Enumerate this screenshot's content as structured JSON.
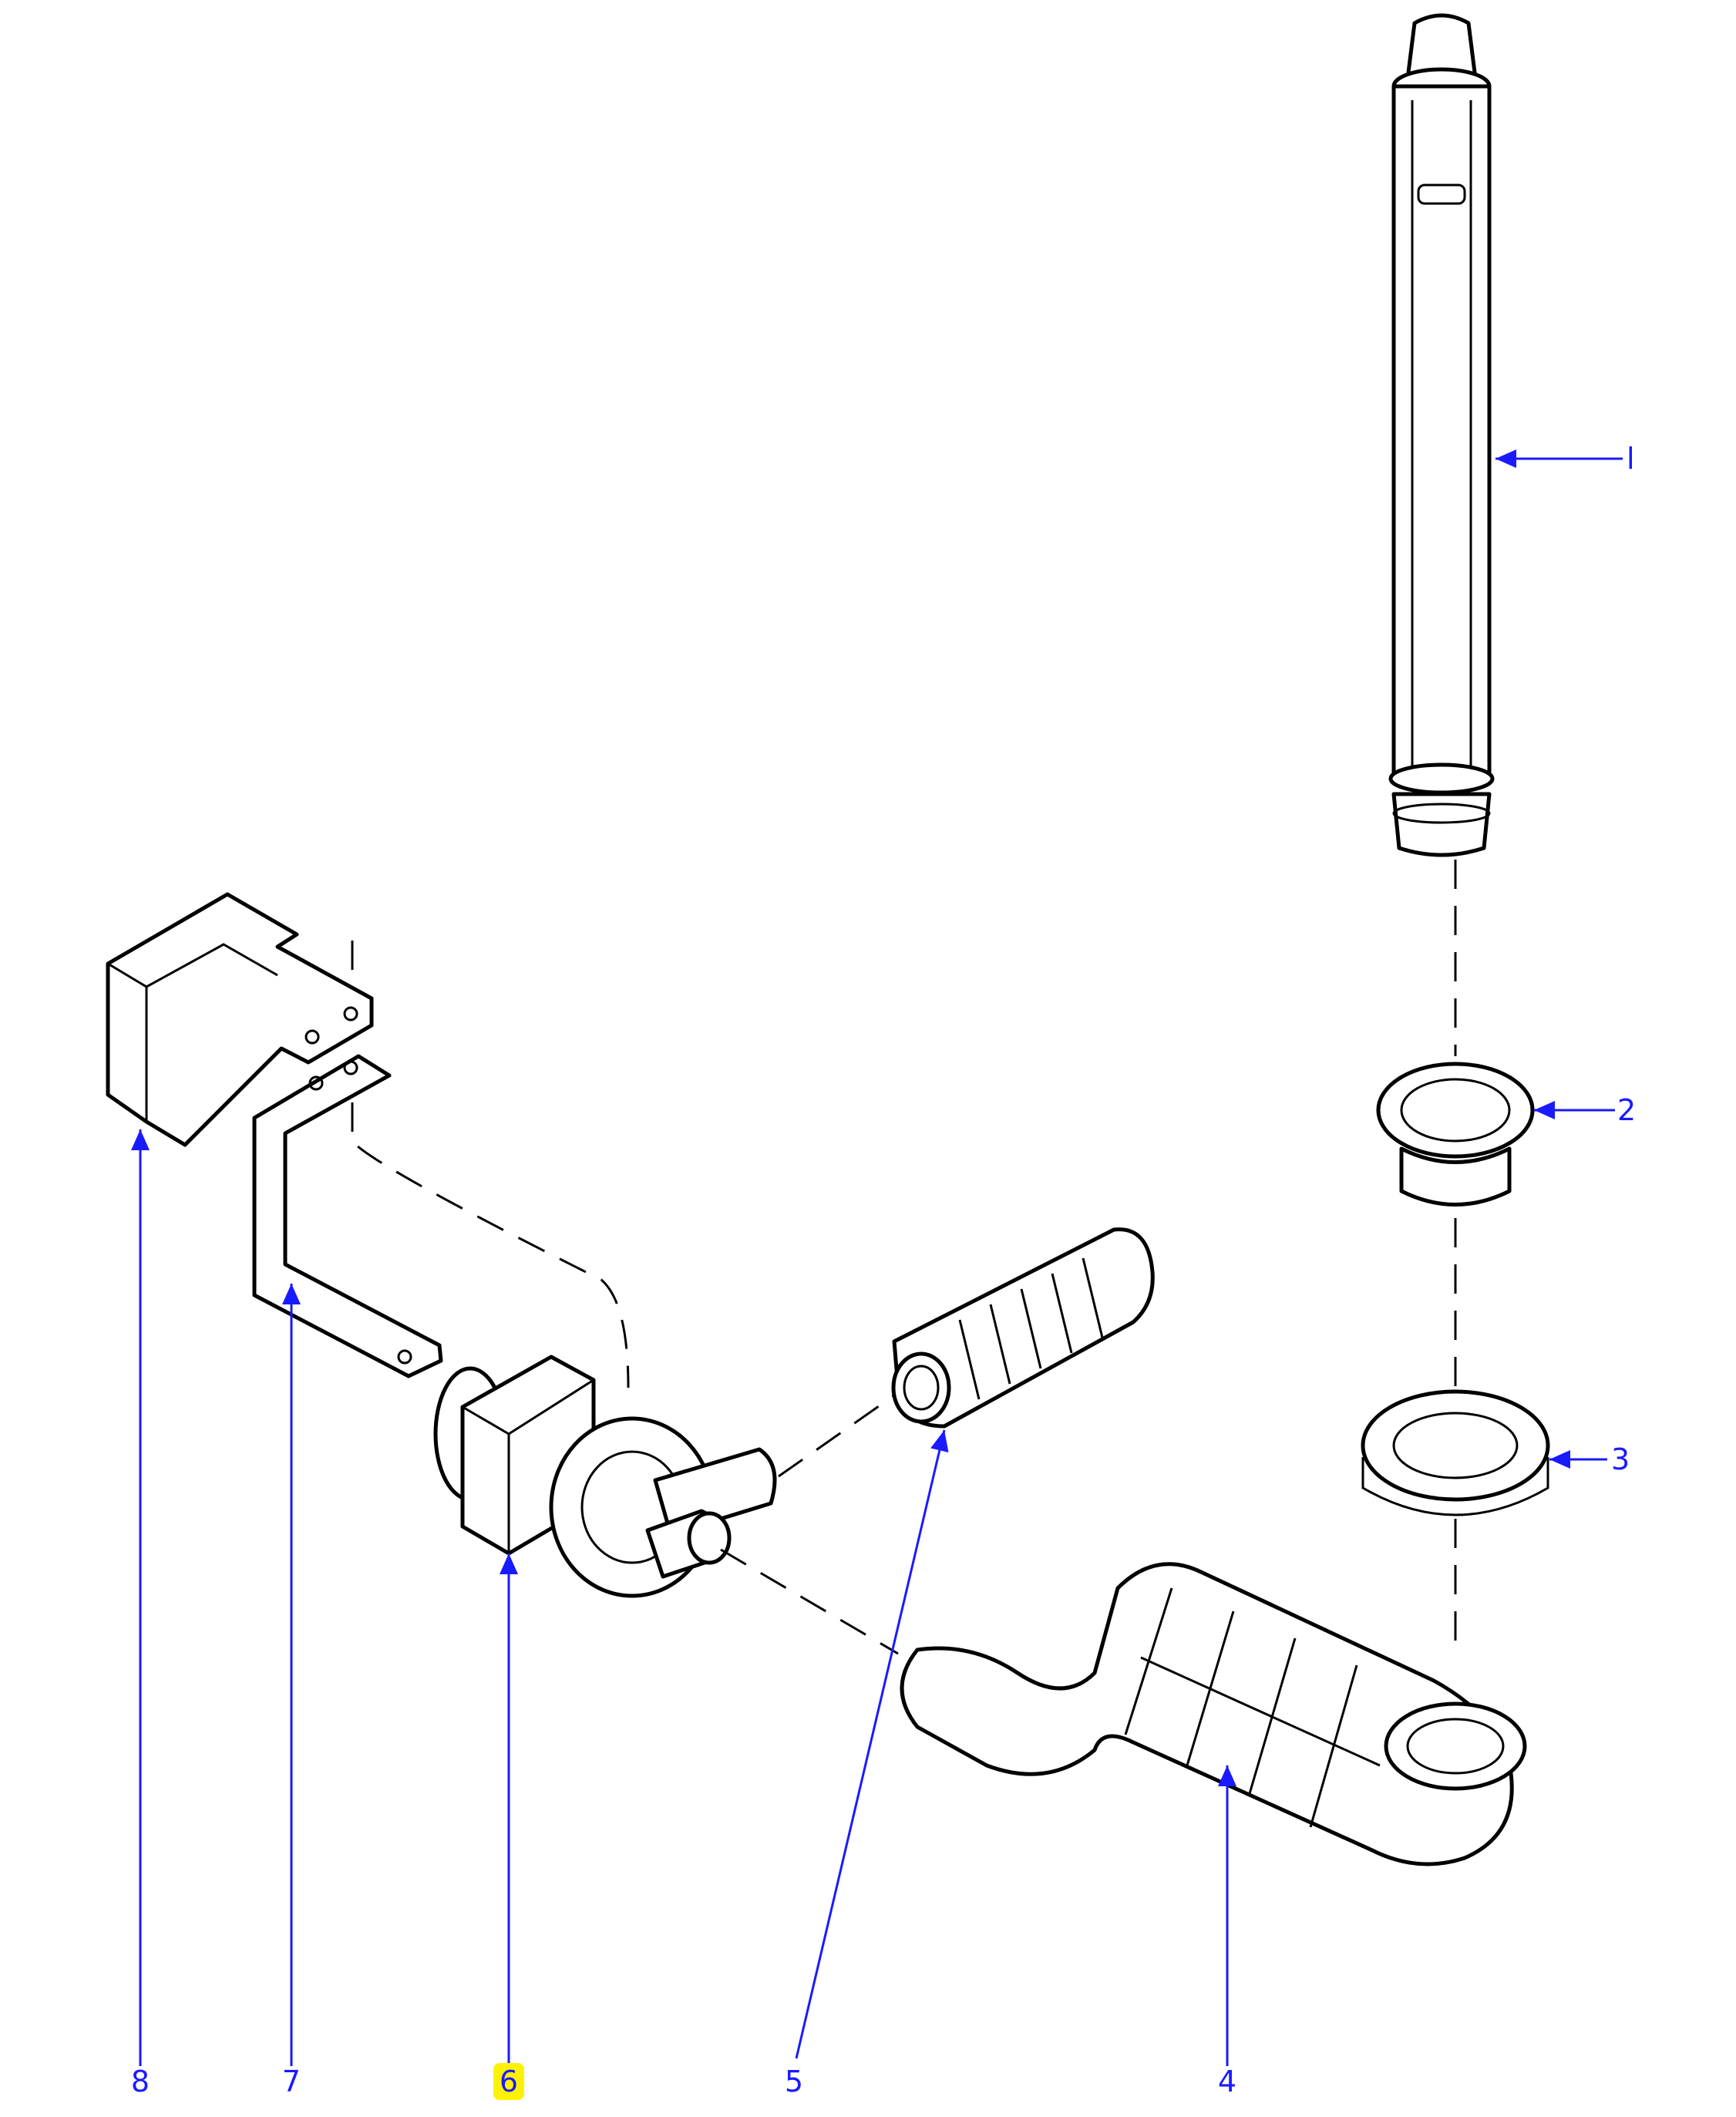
{
  "colors": {
    "callout": "#1a1aff",
    "highlight": "#fff200",
    "line": "#000000",
    "background": "#ffffff"
  },
  "callouts": [
    {
      "id": "1",
      "text": "l"
    },
    {
      "id": "2",
      "text": "2"
    },
    {
      "id": "3",
      "text": "3"
    },
    {
      "id": "4",
      "text": "4"
    },
    {
      "id": "5",
      "text": "5"
    },
    {
      "id": "6",
      "text": "6",
      "highlighted": true
    },
    {
      "id": "7",
      "text": "7"
    },
    {
      "id": "8",
      "text": "8"
    }
  ]
}
